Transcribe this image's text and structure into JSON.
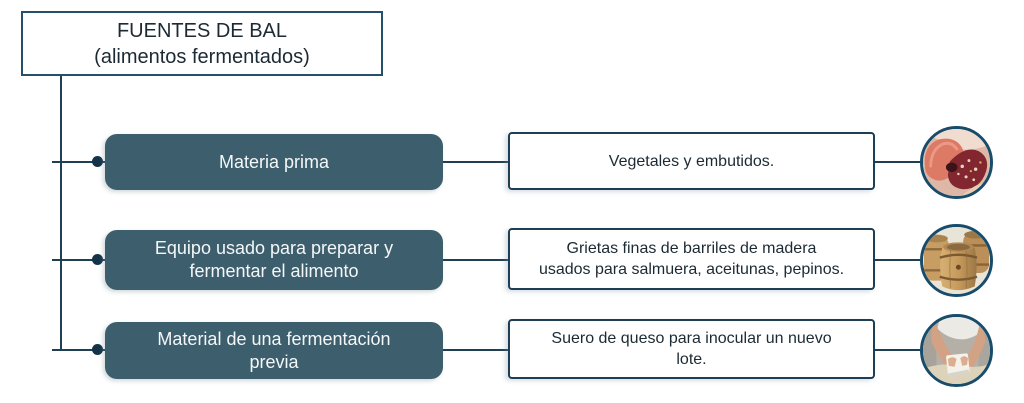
{
  "diagram": {
    "title": "FUENTES DE BAL\n(alimentos fermentados)",
    "rows": [
      {
        "category": "Materia prima",
        "description": "Vegetales y embutidos.",
        "image_alt": "embutidos y carnes curadas"
      },
      {
        "category": "Equipo usado para preparar y\nfermentar el alimento",
        "description": "Grietas finas de barriles de madera\nusados para salmuera, aceitunas, pepinos.",
        "image_alt": "barriles de madera"
      },
      {
        "category": "Material de una fermentación\nprevia",
        "description": "Suero de queso para inocular un nuevo\nlote.",
        "image_alt": "elaboración de queso"
      }
    ],
    "colors": {
      "node_fill": "#3d5e6d",
      "node_text": "#f4f7f8",
      "connector_line": "#1e4053",
      "box_border": "#1d3e54",
      "text": "#1c2a33",
      "circle_border": "#174c6b"
    }
  }
}
